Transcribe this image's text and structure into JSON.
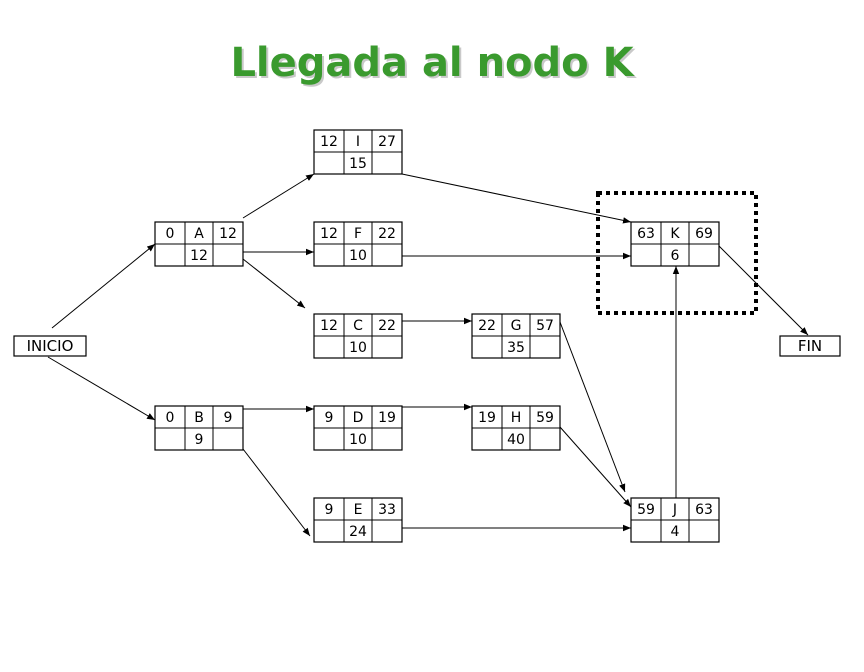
{
  "title": "Llegada al nodo K",
  "colors": {
    "title": "#3a9a2e",
    "highlight_border": "#000000"
  },
  "highlighted_node": "K",
  "start_label": "INICIO",
  "end_label": "FIN",
  "nodes": [
    {
      "id": "I",
      "es": "12",
      "ef": "27",
      "dur": "15"
    },
    {
      "id": "A",
      "es": "0",
      "ef": "12",
      "dur": "12"
    },
    {
      "id": "F",
      "es": "12",
      "ef": "22",
      "dur": "10"
    },
    {
      "id": "K",
      "es": "63",
      "ef": "69",
      "dur": "6"
    },
    {
      "id": "C",
      "es": "12",
      "ef": "22",
      "dur": "10"
    },
    {
      "id": "G",
      "es": "22",
      "ef": "57",
      "dur": "35"
    },
    {
      "id": "B",
      "es": "0",
      "ef": "9",
      "dur": "9"
    },
    {
      "id": "D",
      "es": "9",
      "ef": "19",
      "dur": "10"
    },
    {
      "id": "H",
      "es": "19",
      "ef": "59",
      "dur": "40"
    },
    {
      "id": "E",
      "es": "9",
      "ef": "33",
      "dur": "24"
    },
    {
      "id": "J",
      "es": "59",
      "ef": "63",
      "dur": "4"
    }
  ],
  "edges": [
    [
      "INICIO",
      "A"
    ],
    [
      "INICIO",
      "B"
    ],
    [
      "A",
      "I"
    ],
    [
      "A",
      "F"
    ],
    [
      "A",
      "C"
    ],
    [
      "I",
      "K"
    ],
    [
      "F",
      "K"
    ],
    [
      "C",
      "G"
    ],
    [
      "G",
      "J"
    ],
    [
      "B",
      "D"
    ],
    [
      "B",
      "E"
    ],
    [
      "D",
      "H"
    ],
    [
      "H",
      "J"
    ],
    [
      "E",
      "J"
    ],
    [
      "J",
      "K"
    ],
    [
      "K",
      "FIN"
    ]
  ]
}
